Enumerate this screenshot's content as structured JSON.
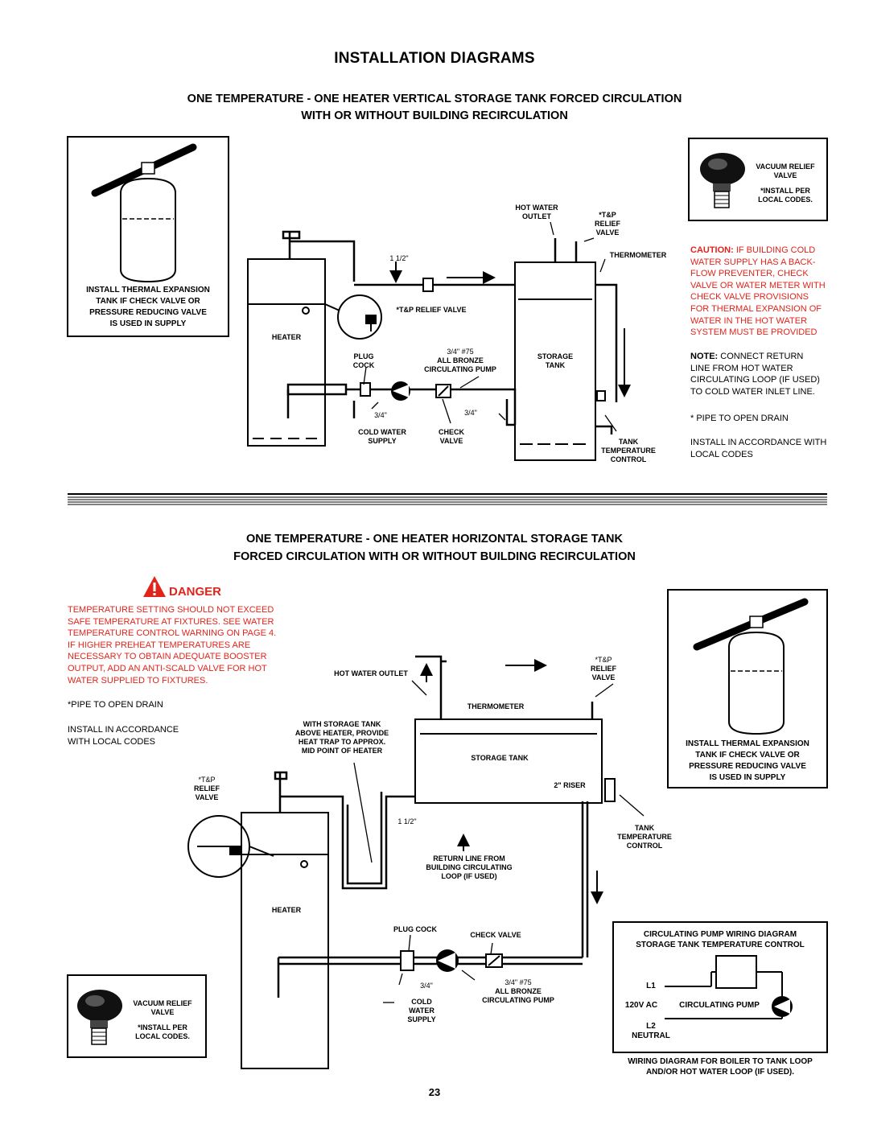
{
  "page": {
    "title": "INSTALLATION DIAGRAMS",
    "page_number": "23"
  },
  "diagram1": {
    "subtitle_line1": "ONE TEMPERATURE - ONE HEATER VERTICAL STORAGE TANK FORCED CIRCULATION",
    "subtitle_line2": "WITH OR WITHOUT BUILDING RECIRCULATION",
    "expansion_box": [
      "INSTALL THERMAL EXPANSION",
      "TANK IF CHECK VALVE OR",
      "PRESSURE REDUCING VALVE",
      "IS USED IN SUPPLY"
    ],
    "vacuum_box": [
      "VACUUM RELIEF",
      "VALVE",
      "*INSTALL PER",
      "LOCAL CODES."
    ],
    "labels": {
      "hot_water_outlet": [
        "HOT WATER",
        "OUTLET"
      ],
      "tp_relief_valve": [
        "*T&P",
        "RELIEF",
        "VALVE"
      ],
      "thermometer": "THERMOMETER",
      "pipe_1_1_2": "1 1/2\"",
      "tp_relief_small": "*T&P RELIEF VALVE",
      "heater": "HEATER",
      "plug_cock": [
        "PLUG",
        "COCK"
      ],
      "pump": [
        "3/4\" #75",
        "ALL BRONZE",
        "CIRCULATING PUMP"
      ],
      "storage_tank": [
        "STORAGE",
        "TANK"
      ],
      "pipe_3_4_a": "3/4\"",
      "pipe_3_4_b": "3/4\"",
      "cold_water_supply": [
        "COLD WATER",
        "SUPPLY"
      ],
      "check_valve": [
        "CHECK",
        "VALVE"
      ],
      "tank_temp_control": [
        "TANK",
        "TEMPERATURE",
        "CONTROL"
      ]
    },
    "caution_lead": "CAUTION:",
    "caution_lines": [
      "IF BUILDING COLD",
      "WATER SUPPLY HAS A BACK-",
      "FLOW PREVENTER, CHECK",
      "VALVE OR WATER METER WITH",
      "CHECK VALVE PROVISIONS",
      "FOR THERMAL EXPANSION OF",
      "WATER IN THE HOT WATER",
      "SYSTEM MUST BE PROVIDED"
    ],
    "note_lead": "NOTE:",
    "note_lines": [
      "CONNECT RETURN",
      "LINE FROM HOT WATER",
      "CIRCULATING LOOP (IF USED)",
      "TO COLD WATER INLET LINE."
    ],
    "pipe_drain": "* PIPE TO OPEN DRAIN",
    "install_lines": [
      "INSTALL IN ACCORDANCE WITH",
      "LOCAL CODES"
    ]
  },
  "diagram2": {
    "subtitle_line1": "ONE TEMPERATURE - ONE HEATER HORIZONTAL STORAGE TANK",
    "subtitle_line2": "FORCED CIRCULATION WITH OR WITHOUT BUILDING RECIRCULATION",
    "danger_label": "DANGER",
    "danger_lines": [
      "TEMPERATURE SETTING SHOULD NOT EXCEED",
      "SAFE TEMPERATURE AT FIXTURES. SEE WATER",
      "TEMPERATURE CONTROL WARNING ON PAGE 4.",
      "IF HIGHER PREHEAT TEMPERATURES ARE",
      "NECESSARY TO OBTAIN ADEQUATE BOOSTER",
      "OUTPUT, ADD AN ANTI-SCALD VALVE FOR HOT",
      "WATER SUPPLIED TO FIXTURES."
    ],
    "pipe_drain": "*PIPE TO OPEN DRAIN",
    "install_lines": [
      "INSTALL IN ACCORDANCE",
      "WITH LOCAL CODES"
    ],
    "expansion_box": [
      "INSTALL THERMAL EXPANSION",
      "TANK IF CHECK VALVE OR",
      "PRESSURE REDUCING VALVE",
      "IS USED IN SUPPLY"
    ],
    "vacuum_box": [
      "VACUUM RELIEF",
      "VALVE",
      "*INSTALL PER",
      "LOCAL CODES."
    ],
    "labels": {
      "hot_water_outlet": "HOT WATER OUTLET",
      "tp_relief_valve_top": [
        "*T&P",
        "RELIEF",
        "VALVE"
      ],
      "thermometer": "THERMOMETER",
      "with_storage_tank": [
        "WITH STORAGE TANK",
        "ABOVE HEATER, PROVIDE",
        "HEAT TRAP TO APPROX.",
        "MID POINT OF HEATER"
      ],
      "storage_tank": "STORAGE TANK",
      "riser": "2\" RISER",
      "tp_relief_valve_left": [
        "*T&P",
        "RELIEF",
        "VALVE"
      ],
      "pipe_1_1_2": "1 1/2\"",
      "tank_temp_control": [
        "TANK",
        "TEMPERATURE",
        "CONTROL"
      ],
      "return_line": [
        "RETURN LINE FROM",
        "BUILDING CIRCULATING",
        "LOOP (IF USED)"
      ],
      "heater": "HEATER",
      "plug_cock": "PLUG COCK",
      "check_valve": "CHECK VALVE",
      "pipe_3_4": "3/4\"",
      "pump": [
        "3/4\" #75",
        "ALL BRONZE",
        "CIRCULATING PUMP"
      ],
      "cold_water_supply": [
        "COLD",
        "WATER",
        "SUPPLY"
      ]
    },
    "wiring": {
      "title_line1": "CIRCULATING PUMP WIRING DIAGRAM",
      "title_line2": "STORAGE TANK TEMPERATURE CONTROL",
      "l1": "L1",
      "voltage": "120V AC",
      "pump": "CIRCULATING PUMP",
      "l2": "L2",
      "neutral": "NEUTRAL",
      "caption_line1": "WIRING DIAGRAM FOR BOILER TO TANK LOOP",
      "caption_line2": "AND/OR HOT WATER LOOP (IF USED)."
    }
  }
}
